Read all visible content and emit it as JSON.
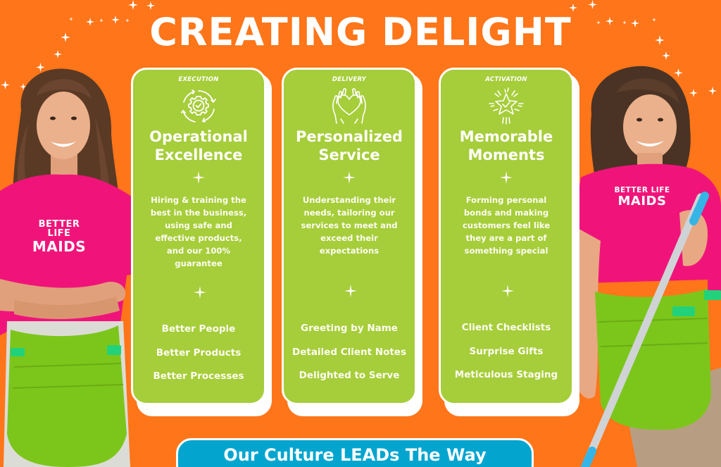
{
  "title": "CREATING DELIGHT",
  "colors": {
    "background": "#ff7519",
    "card": "#a6cd3a",
    "card_border": "#ffffff",
    "banner": "#03a5cf",
    "shirt": "#f0147a",
    "apron": "#7cc61b",
    "text": "#ffffff"
  },
  "cards": [
    {
      "kicker": "EXECUTION",
      "icon": "gear-check-cycle-icon",
      "title_line1": "Operational",
      "title_line2": "Excellence",
      "description": "Hiring & training the best in the business, using safe and effective products, and our 100% guarantee",
      "bullets": [
        "Better People",
        "Better Products",
        "Better Processes"
      ]
    },
    {
      "kicker": "DELIVERY",
      "icon": "hands-heart-icon",
      "title_line1": "Personalized",
      "title_line2": "Service",
      "description": "Understanding their needs, tailoring our services to meet and exceed their expectations",
      "bullets": [
        "Greeting by Name",
        "Detailed Client Notes",
        "Delighted to Serve"
      ]
    },
    {
      "kicker": "ACTIVATION",
      "icon": "star-burst-check-icon",
      "title_line1": "Memorable",
      "title_line2": "Moments",
      "description": "Forming personal bonds and making customers feel like they are a part of something special",
      "bullets": [
        "Client Checklists",
        "Surprise Gifts",
        "Meticulous Staging"
      ]
    }
  ],
  "banner": {
    "label": "Our Culture LEADs The Way"
  },
  "people": {
    "left": {
      "shirt_line1": "BETTER LIFE",
      "shirt_line2": "MAIDS"
    },
    "right": {
      "shirt_line1": "BETTER LIFE",
      "shirt_line2": "MAIDS"
    }
  }
}
